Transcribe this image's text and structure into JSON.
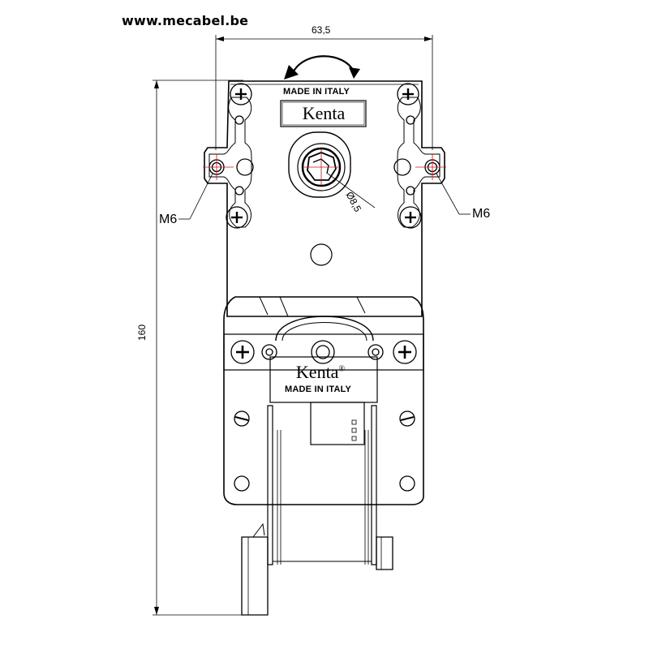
{
  "header": {
    "website": "www.mecabel.be"
  },
  "dimensions": {
    "width": "63,5",
    "height": "160",
    "shaft_diameter": "Ø8,5",
    "thread_left": "M6",
    "thread_right": "M6"
  },
  "labels": {
    "made_in_italy_top": "MADE IN ITALY",
    "brand_top": "Kenta",
    "brand_bottom": "Kenta",
    "registered_mark": "®",
    "made_in_italy_bottom": "MADE IN ITALY"
  },
  "colors": {
    "line": "#000000",
    "centerline": "#d01010",
    "body": "#ffffff"
  }
}
